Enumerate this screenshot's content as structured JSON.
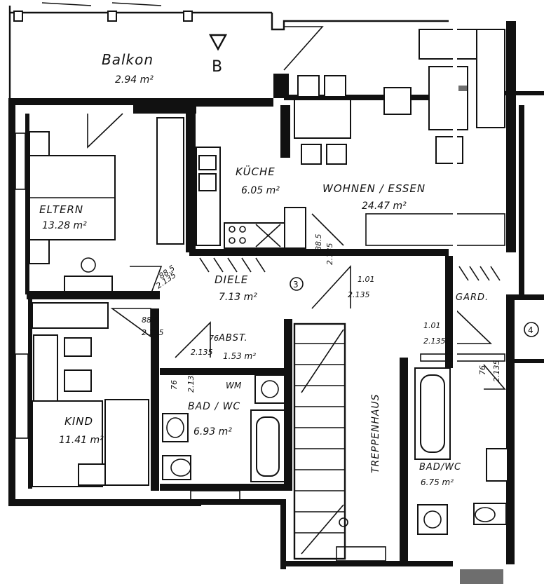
{
  "balcony": {
    "name": "Balkon",
    "area": "2.94 m²",
    "section_marker": "B"
  },
  "rooms": {
    "eltern": {
      "name": "ELTERN",
      "area": "13.28 m²"
    },
    "kueche": {
      "name": "KÜCHE",
      "area": "6.05 m²"
    },
    "wohnen": {
      "name": "WOHNEN / ESSEN",
      "area": "24.47 m²"
    },
    "diele": {
      "name": "DIELE",
      "area": "7.13 m²",
      "number": "3"
    },
    "abst": {
      "name": "ABST.",
      "area": "1.53 m²"
    },
    "kind": {
      "name": "KIND",
      "area": "11.41 m²"
    },
    "bad": {
      "name": "BAD / WC",
      "area": "6.93 m²",
      "wm": "WM"
    },
    "treppenhaus": {
      "name": "TREPPENHAUS"
    },
    "gard": {
      "name": "GARD."
    },
    "bad2": {
      "name": "BAD/WC",
      "area": "6.75 m²"
    },
    "neighbor_number": "4"
  },
  "door_dims": {
    "eltern_top": "88.5",
    "eltern_bottom": "2.135",
    "kueche_top": "88.5",
    "kueche_bottom": "2.135",
    "kind_top": "88.5",
    "kind_bottom": "2.135",
    "abst_top": "76",
    "abst_bottom": "2.135",
    "wohnen_top": "1.01",
    "wohnen_bottom": "2.135",
    "gard_top": "1.01",
    "gard_bottom": "2.135",
    "bad_a": "76",
    "bad_b": "2.135",
    "bad2_a": "76",
    "bad2_b": "2.135"
  },
  "colors": {
    "ink": "#111111",
    "paper": "#ffffff",
    "patch": "#6e6e6e"
  }
}
